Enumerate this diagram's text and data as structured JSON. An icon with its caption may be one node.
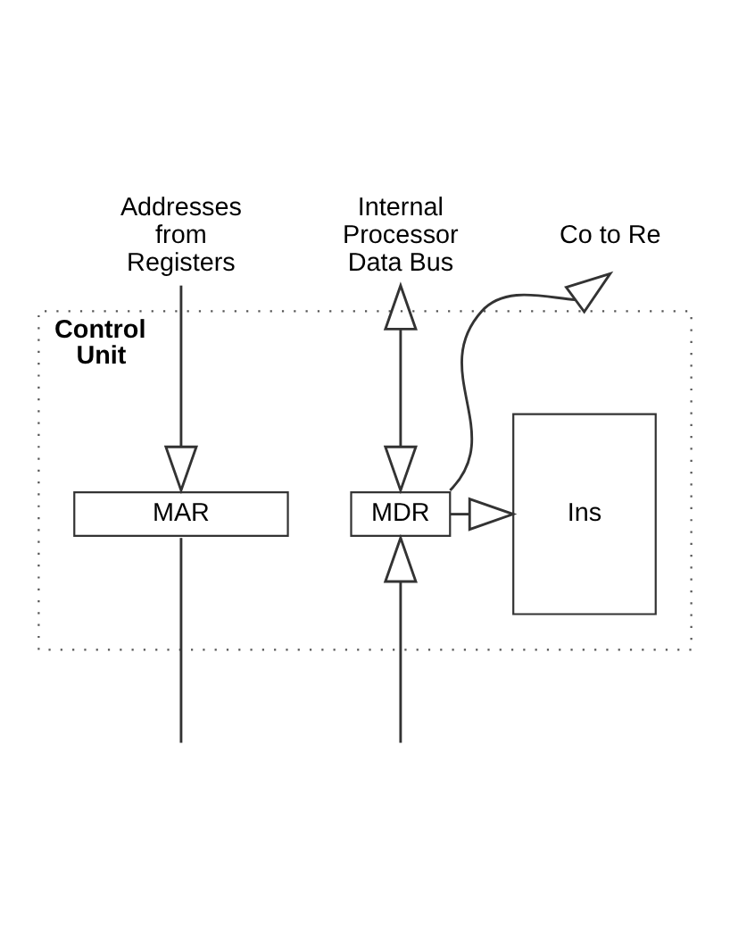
{
  "diagram": {
    "nodes": [
      {
        "text": [
          "Addresses from Registers"
        ]
      },
      {
        "text": [
          "Internal Processor Data Bus"
        ]
      },
      {
        "text": [
          "Co to Re"
        ]
      },
      {
        "text": [
          "Control Unit"
        ]
      },
      {
        "text": [
          "MAR"
        ],
        "in": 3
      },
      {
        "text": [
          "MDR"
        ],
        "in": 3
      },
      {
        "text": [
          "Ins"
        ],
        "in": 3
      }
    ],
    "edges": [
      {
        "from": 0,
        "to": 4,
        "arrow": "to"
      },
      {
        "from": 5,
        "to": 1,
        "arrow": "both"
      },
      {
        "from": 5,
        "to": 2,
        "arrow": "to"
      },
      {
        "from": 5,
        "to": 6,
        "arrow": "to"
      },
      {
        "from": 4,
        "to": null,
        "arrow": "none"
      },
      {
        "from": null,
        "to": 5,
        "arrow": "to"
      }
    ]
  }
}
